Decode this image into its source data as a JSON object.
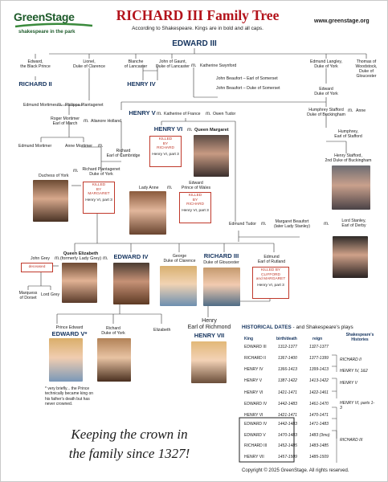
{
  "header": {
    "logo_name": "GreenStage",
    "logo_tagline": "shakespeare in the park",
    "title": "RICHARD III Family Tree",
    "subtitle": "According to Shakespeare. Kings are in bold and all caps.",
    "website": "www.greenstage.org"
  },
  "people": {
    "edward3": "EDWARD III",
    "black_prince": [
      "Edward,",
      "the Black Prince"
    ],
    "richard2": "RICHARD II",
    "lionel": [
      "Lionel,",
      "Duke of Clarence"
    ],
    "blanche": [
      "Blanche",
      "of Lancaster"
    ],
    "john_gaunt": [
      "John of Gaunt,",
      "Duke of Lancaster"
    ],
    "swynford": "Katherine Swynford",
    "edmund_langley": [
      "Edmund Langley,",
      "Duke of York"
    ],
    "thomas_woodstock": [
      "Thomas of",
      "Woodstock,",
      "Duke of",
      "Gloucester"
    ],
    "henry4": "HENRY IV",
    "jb_somerset1": "John Beaufort – Earl of Somerset",
    "jb_somerset2": "John Beaufort – Duke of Somerset",
    "edward_york": [
      "Edward",
      "Duke of York"
    ],
    "mortimer_edmund": "Edmund Mortimer",
    "philippa": "Philippa Plantagenet",
    "roger_mortimer": [
      "Roger Mortimer",
      "Earl of March"
    ],
    "alianore": "Alianore Holland",
    "edmund_mortimer2": "Edmund Mortimer",
    "anne_mortimer": "Anne Mortimer",
    "richard_cambridge": [
      "Richard",
      "Earl of Cambridge"
    ],
    "henry5": "HENRY V",
    "katherine_france": "Katherine of France",
    "owen_tudor": "Owen Tudor",
    "henry6": "HENRY VI",
    "queen_margaret": "Queen Margaret",
    "humphrey_stafford1": [
      "Humphrey Stafford",
      "Duke of Buckingham"
    ],
    "anne": "Anne",
    "humphrey_stafford2": [
      "Humphrey,",
      "Earl of Stafford"
    ],
    "henry_stafford": [
      "Henry Stafford,",
      "2nd Duke of Buckingham"
    ],
    "duchess_york": "Duchess of York",
    "richard_plantagenet": [
      "Richard Plantagenet",
      "Duke of York"
    ],
    "lady_anne": "Lady Anne",
    "edward_wales": [
      "Edward",
      "Prince of Wales"
    ],
    "edmund_tudor": "Edmund Tudor",
    "margaret_beaufort": [
      "Margaret Beaufort",
      "(later Lady Stanley)"
    ],
    "lord_stanley": [
      "Lord Stanley,",
      "Earl of Derby"
    ],
    "john_grey": "John Grey",
    "queen_elizabeth": [
      "Queen Elizabeth",
      "(formerly Lady Grey)"
    ],
    "edward4": "EDWARD IV",
    "george": [
      "George",
      "Duke of Clarence"
    ],
    "richard3": "RICHARD III",
    "richard3_title": "Duke of Gloucester",
    "edmund_rutland": [
      "Edmund",
      "Earl of Rutland"
    ],
    "marquess_dorset": [
      "Marquess",
      "of Dorset"
    ],
    "lord_grey": "Lord Grey",
    "prince_edward": "Prince Edward",
    "edward5": "EDWARD V*",
    "richard_york": [
      "Richard",
      "Duke of York"
    ],
    "elizabeth": "Elizabeth",
    "henry_richmond": [
      "Henry",
      "Earl of Richmond"
    ],
    "henry7": "HENRY VII",
    "footnote": [
      "* very briefly... the Prince",
      "technically became king on",
      "his father's death but has",
      "never crowned."
    ]
  },
  "marriage_symbol": "m.",
  "killed_boxes": {
    "henry6": {
      "lines": [
        "KILLED",
        "BY",
        "RICHARD"
      ],
      "ref": "Henry VI, part 3"
    },
    "york": {
      "lines": [
        "KILLED",
        "BY",
        "MARGARET"
      ],
      "ref": "Henry VI, part 3"
    },
    "wales": {
      "lines": [
        "KILLED",
        "BY",
        "RICHARD"
      ],
      "ref": "Henry VI, part 3"
    },
    "rutland": {
      "lines": [
        "KILLED BY",
        "CLIFFORD",
        "and MARGARET"
      ],
      "ref": "Henry VI, part 3"
    },
    "grey": {
      "lines": [
        "deceased"
      ],
      "ref": ""
    }
  },
  "historical": {
    "title_bold": "HISTORICAL DATES",
    "title_rest": " - and Shakespeare's plays",
    "columns": [
      "King",
      "birth/death",
      "reign",
      "Shakespeare's Histories"
    ],
    "rows": [
      {
        "king": "EDWARD III",
        "life": "1312-1377",
        "reign": "1327-1377"
      },
      {
        "king": "RICHARD II",
        "life": "1367-1400",
        "reign": "1377-1399"
      },
      {
        "king": "HENRY IV",
        "life": "1366-1413",
        "reign": "1399-1413"
      },
      {
        "king": "HENRY V",
        "life": "1387-1422",
        "reign": "1413-1422"
      },
      {
        "king": "HENRY VI",
        "life": "1421-1471",
        "reign": "1422-1461"
      },
      {
        "king": "EDWARD IV",
        "life": "1442-1483",
        "reign": "1461-1470"
      },
      {
        "king": "HENRY VI",
        "life": "1421-1471",
        "reign": "1470-1471"
      },
      {
        "king": "EDWARD IV",
        "life": "1442-1483",
        "reign": "1471-1483"
      },
      {
        "king": "EDWARD V",
        "life": "1470-1483",
        "reign": "1483 (3mo)"
      },
      {
        "king": "RICHARD III",
        "life": "1452-1485",
        "reign": "1483-1485"
      },
      {
        "king": "HENRY VII",
        "life": "1457-1509",
        "reign": "1485-1509"
      }
    ],
    "plays": [
      "RICHARD II",
      "HENRY IV, 1&2",
      "HENRY V",
      "HENRY VI, parts 1-3",
      "RICHARD III"
    ]
  },
  "slogan": [
    "Keeping the crown in",
    "the family since 1327!"
  ],
  "copyright": "Copyright © 2025 GreenStage. All rights reserved.",
  "colors": {
    "title_red": "#b3131b",
    "king_blue": "#14335e",
    "logo_green": "#3a8a3c",
    "killed_red": "#c0392b"
  }
}
